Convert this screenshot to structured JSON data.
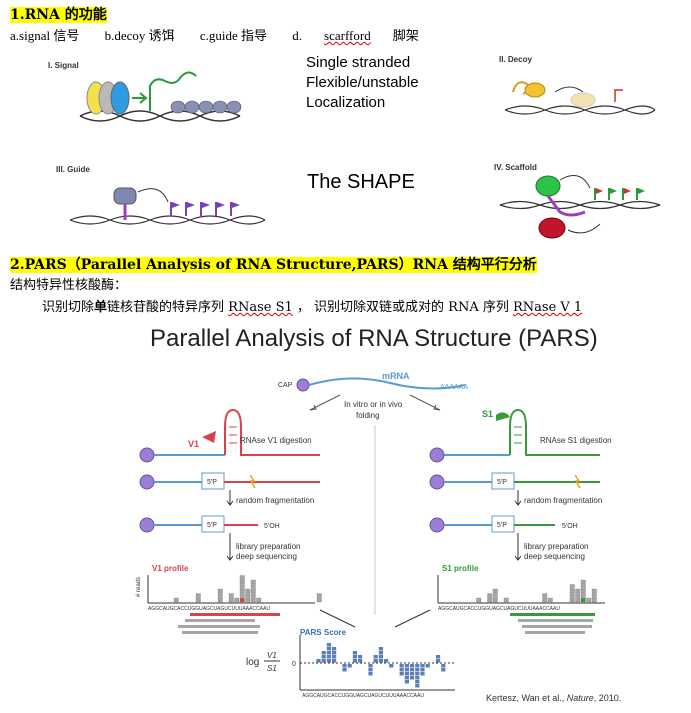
{
  "section1": {
    "heading": "1.RNA 的功能",
    "roles": [
      "a.signal 信号",
      "b.decoy 诱饵",
      "c.guide 指导"
    ],
    "role_d_prefix": "d.",
    "role_d_word": "scarfford",
    "role_d_suffix": "脚架",
    "panels": {
      "signal": "I.  Signal",
      "decoy": "II.  Decoy",
      "guide": "III.  Guide",
      "scaffold": "IV.  Scaffold"
    },
    "properties": [
      "Single stranded",
      "Flexible/unstable",
      "Localization"
    ],
    "shape_label": "The SHAPE"
  },
  "section2": {
    "heading": "2.PARS（Parallel Analysis of RNA Structure,PARS）RNA 结构平行分析",
    "subheading": "结构特异性核酸酶：",
    "line_part1": "识别切除",
    "line_bold": "单",
    "line_part2": "链核苷酸的特异序列 ",
    "rnase_s1": "RNase S1",
    "line_part3": " ， 识别切除双链或成对的 RNA 序列  ",
    "rnase_v1": "RNase V 1"
  },
  "figure": {
    "title": "Parallel Analysis of RNA Structure (PARS)",
    "cap": "CAP",
    "mrna": "mRNA",
    "polya": "AAAAAA",
    "center_label_1": "In vitro or in vivo",
    "center_label_2": "folding",
    "v1": "V1",
    "s1": "S1",
    "v1_digest": "RNAse V1 digestion",
    "s1_digest": "RNAse S1 digestion",
    "five_p": "5'P",
    "five_oh": "5'OH",
    "random_frag": "random fragmentation",
    "lib_prep": "library preparation",
    "deep_seq": "deep sequencing",
    "v1_profile": "V1 profile",
    "s1_profile": "S1 profile",
    "reads_axis": "# reads",
    "sequence": "AGGCAUGCACCUGGUAGCUAGUCUUUAAACCAAU",
    "pars_score": "PARS Score",
    "log_label": "log",
    "frac_top": "V1",
    "frac_bottom": "S1",
    "zero": "0",
    "citation_authors": "Kertesz,  Wan et al., ",
    "citation_journal": "Nature",
    "citation_year": ", 2010."
  },
  "colors": {
    "highlight": "#ffff00",
    "v1_red": "#d9434a",
    "s1_green": "#3a9a3a",
    "rna_blue": "#5b9bd5",
    "bar_gray": "#a6a6a6",
    "score_blue": "#5b7fb5",
    "cap_purple": "#9b7fd4"
  }
}
